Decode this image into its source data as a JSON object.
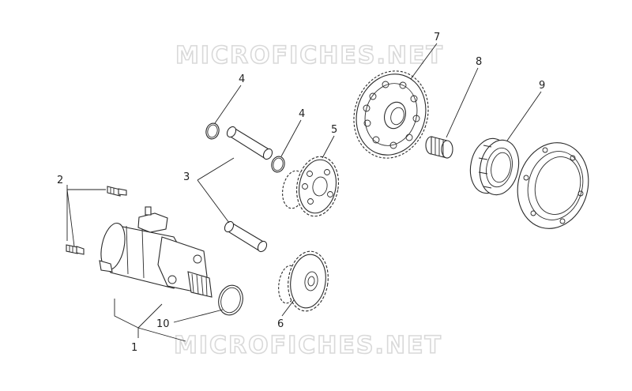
{
  "watermark": {
    "top": "MICROFICHES.NET",
    "bottom": "MICROFICHES.NET"
  },
  "callouts": [
    {
      "id": "1",
      "label": "1"
    },
    {
      "id": "2",
      "label": "2"
    },
    {
      "id": "3",
      "label": "3"
    },
    {
      "id": "4a",
      "label": "4"
    },
    {
      "id": "4b",
      "label": "4"
    },
    {
      "id": "5",
      "label": "5"
    },
    {
      "id": "6",
      "label": "6"
    },
    {
      "id": "7",
      "label": "7"
    },
    {
      "id": "8",
      "label": "8"
    },
    {
      "id": "9",
      "label": "9"
    },
    {
      "id": "10",
      "label": "10"
    }
  ],
  "colors": {
    "line": "#2a2a2a",
    "watermark": "#d9d9d9",
    "background": "#ffffff"
  }
}
